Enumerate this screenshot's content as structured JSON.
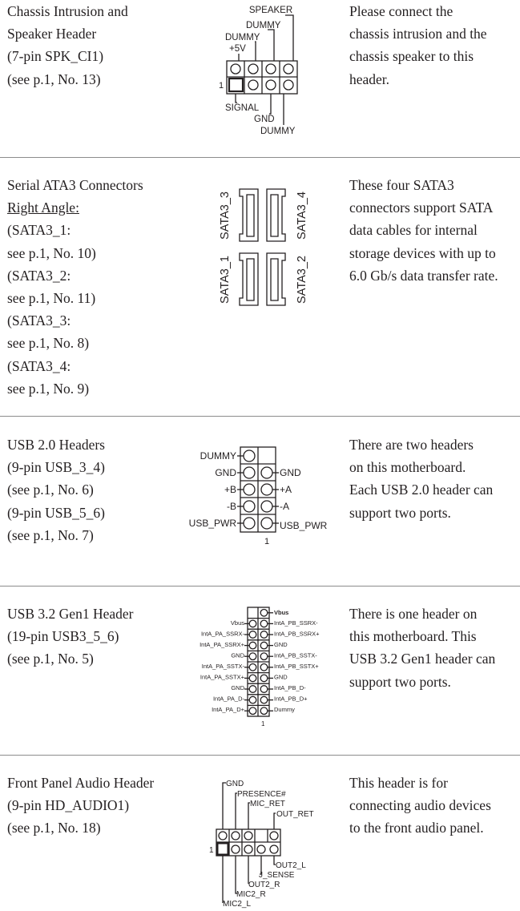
{
  "sections": [
    {
      "left": [
        "Chassis Intrusion and",
        "Speaker Header",
        "(7-pin SPK_CI1)",
        "(see p.1, No. 13)"
      ],
      "right": [
        "Please connect the",
        "chassis intrusion and the",
        "chassis speaker to this",
        "header."
      ],
      "diagram": {
        "labels": [
          "SPEAKER",
          "DUMMY",
          "DUMMY",
          "+5V",
          "1",
          "SIGNAL",
          "GND",
          "DUMMY"
        ]
      }
    },
    {
      "left": [
        "Serial ATA3 Connectors",
        "Right Angle:",
        "(SATA3_1:",
        "see p.1, No. 10)",
        "(SATA3_2:",
        "see p.1, No. 11)",
        "(SATA3_3:",
        "see p.1, No. 8)",
        "(SATA3_4:",
        "see p.1, No. 9)"
      ],
      "right": [
        "These four SATA3",
        "connectors support SATA",
        "data cables for internal",
        "storage devices with up to",
        "6.0 Gb/s data transfer rate."
      ],
      "diagram": {
        "labels": [
          "SATA3_3",
          "SATA3_4",
          "SATA3_1",
          "SATA3_2"
        ]
      }
    },
    {
      "left": [
        "USB 2.0 Headers",
        "(9-pin USB_3_4)",
        "(see p.1, No. 6)",
        "(9-pin USB_5_6)",
        "(see p.1, No. 7)"
      ],
      "right": [
        "There are two headers",
        "on this motherboard.",
        "Each USB 2.0 header can",
        "support two ports."
      ],
      "diagram": {
        "left_labels": [
          "DUMMY",
          "GND",
          "+B",
          "-B",
          "USB_PWR"
        ],
        "right_labels": [
          "GND",
          "+A",
          "-A",
          "USB_PWR"
        ],
        "pin1": "1"
      }
    },
    {
      "left": [
        "USB 3.2 Gen1 Header",
        "(19-pin USB3_5_6)",
        "(see p.1, No. 5)"
      ],
      "right": [
        "There is one header on",
        "this motherboard. This",
        "USB 3.2 Gen1 header can",
        "support two ports."
      ],
      "diagram": {
        "top_right": "Vbus",
        "left_labels": [
          "Vbus",
          "IntA_PA_SSRX-",
          "IntA_PA_SSRX+",
          "GND",
          "IntA_PA_SSTX-",
          "IntA_PA_SSTX+",
          "GND",
          "IntA_PA_D-",
          "IntA_PA_D+"
        ],
        "right_labels": [
          "IntA_PB_SSRX-",
          "IntA_PB_SSRX+",
          "GND",
          "IntA_PB_SSTX-",
          "IntA_PB_SSTX+",
          "GND",
          "IntA_PB_D-",
          "IntA_PB_D+",
          "Dummy"
        ],
        "pin1": "1"
      }
    },
    {
      "left": [
        "Front Panel Audio Header",
        "(9-pin HD_AUDIO1)",
        "(see p.1, No. 18)"
      ],
      "right": [
        "This header is for",
        "connecting audio devices",
        "to the front audio panel."
      ],
      "diagram": {
        "top_labels": [
          "GND",
          "PRESENCE#",
          "MIC_RET",
          "OUT_RET"
        ],
        "pin1": "1",
        "bottom_labels": [
          "OUT2_L",
          "J_SENSE",
          "OUT2_R",
          "MIC2_R",
          "MIC2_L"
        ]
      }
    }
  ]
}
